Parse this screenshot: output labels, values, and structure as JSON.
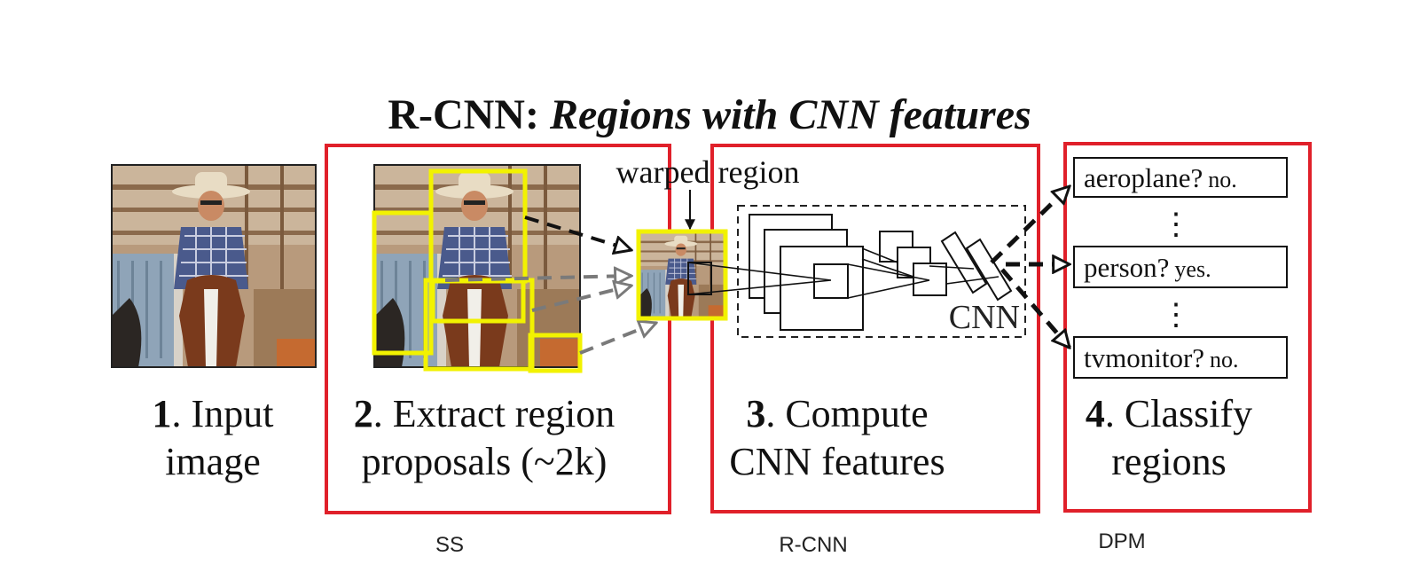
{
  "title": {
    "bold": "R-CNN:",
    "italic": "Regions with CNN features"
  },
  "annotations": {
    "warped_region": "warped region",
    "cnn_label": "CNN"
  },
  "steps": [
    {
      "number": "1",
      "line1": ". Input",
      "line2": "image"
    },
    {
      "number": "2",
      "line1": ". Extract region",
      "line2": "proposals (~2k)"
    },
    {
      "number": "3",
      "line1": ". Compute",
      "line2": "CNN features"
    },
    {
      "number": "4",
      "line1": ". Classify",
      "line2": "regions"
    }
  ],
  "classifications": [
    {
      "class_name": "aeroplane?",
      "answer": "no."
    },
    {
      "class_name": "person?",
      "answer": "yes."
    },
    {
      "class_name": "tvmonitor?",
      "answer": "no."
    }
  ],
  "ellipsis": "⋮",
  "method_labels": {
    "ss": "SS",
    "rcnn": "R-CNN",
    "dpm": "DPM"
  },
  "colors": {
    "highlight_red": "#e0202a",
    "proposal_yellow": "#f2f200",
    "arrow_gray": "#7a7a7a",
    "ink": "#111111"
  }
}
